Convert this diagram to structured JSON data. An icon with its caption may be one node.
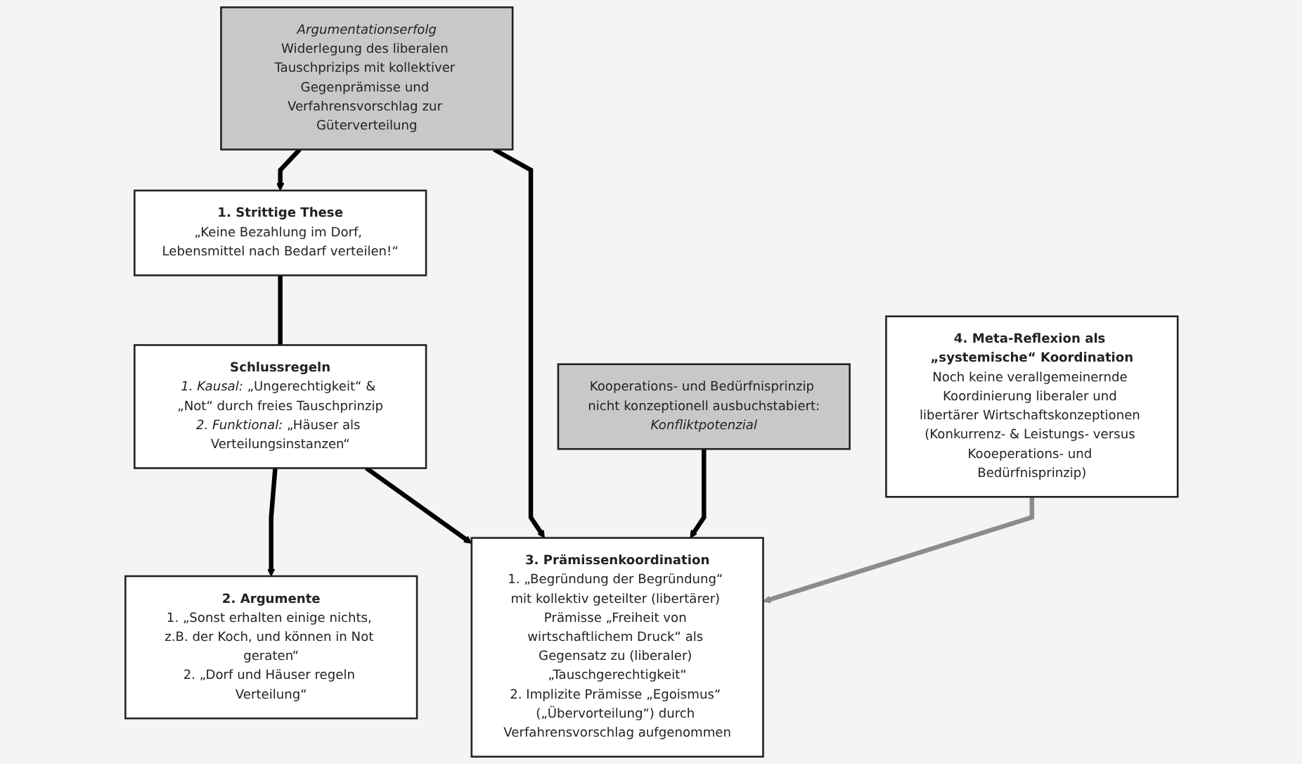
{
  "diagram": {
    "nodes": [
      {
        "text": [
          "1. Strittige These",
          "„Keine Bezahlung im Dorf, Lebensmittel nach Bedarf verteilen!“"
        ]
      },
      {
        "text": [
          "Schlussregeln",
          "*1. Kausal:* „Ungerechtigkeit“ & „Not“ durch freies Tauschprinzip",
          "*2. Funktional:* „Häuser als Verteilungsinstanzen“"
        ]
      },
      {
        "text": [
          "2. Argumente",
          "1. „Sonst erhalten einige nichts, z.B. der Koch, und können in Not geraten“",
          "2. „Dorf und Häuser regeln Verteilung“"
        ]
      },
      {
        "text": [
          "Argumentationserfolg",
          "Widerlegung des liberalen Tauschprizips mit kollektiver Gegenprämisse und Verfahrensvorschlag zur Güterverteilung"
        ]
      },
      {
        "text": [
          "3. Prämissenkoordination",
          "1. „Begründung der Begründung“ mit kollektiv geteilter (libertärer) Prämisse „Freiheit von wirtschaftlichem Druck“ als Gegensatz zu (liberaler) „Tauschgerechtigkeit“",
          "2. Implizite Prämisse „Egoismus“ („Übervorteilung“) durch Verfahrensvorschlag aufgenommen"
        ]
      },
      {
        "text": [
          "Kooperations- und Bedürfnisprinzip nicht konzeptionell ausbuchstabiert:",
          "Konfliktpotenzial"
        ]
      },
      {
        "text": [
          "4. Meta-Reflexion als „systemische“ Koordination",
          "Noch keine verallgemeinernde Koordinierung liberaler und libertärer Wirtschaftskonzeptionen (Konkurrenz- & Leistungs- versus Kooeperations- und Bedürfnisprinzip)"
        ]
      }
    ],
    "edges": [
      {
        "from": 0,
        "to": 1,
        "arrow": "none"
      },
      {
        "from": 1,
        "to": 2,
        "arrow": "to"
      },
      {
        "from": 1,
        "to": 4,
        "arrow": "to"
      },
      {
        "from": 3,
        "to": 0,
        "arrow": "to"
      },
      {
        "from": 3,
        "to": 4,
        "arrow": "to"
      },
      {
        "from": 5,
        "to": 4,
        "arrow": "to"
      },
      {
        "from": 6,
        "to": 4,
        "arrow": "to",
        "color": "#8c8c8c"
      }
    ]
  }
}
